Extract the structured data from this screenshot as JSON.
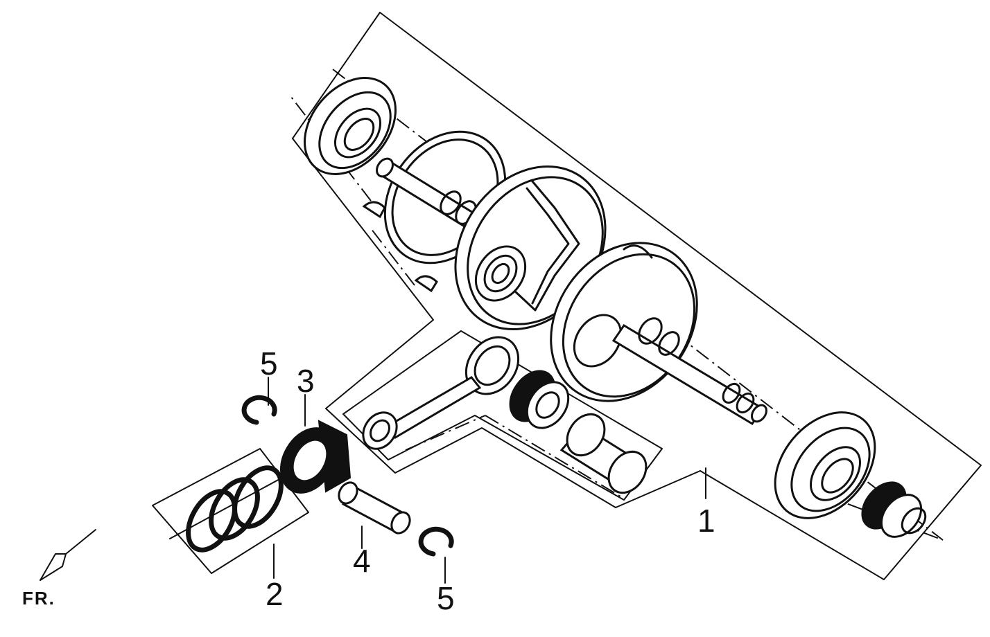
{
  "callouts": {
    "c1": "1",
    "c2": "2",
    "c3": "3",
    "c4": "4",
    "c5a": "5",
    "c5b": "5"
  },
  "direction": {
    "label": "FR."
  },
  "colors": {
    "line": "#111111",
    "background": "#ffffff"
  },
  "icons": {
    "direction": "front-arrow-icon"
  }
}
